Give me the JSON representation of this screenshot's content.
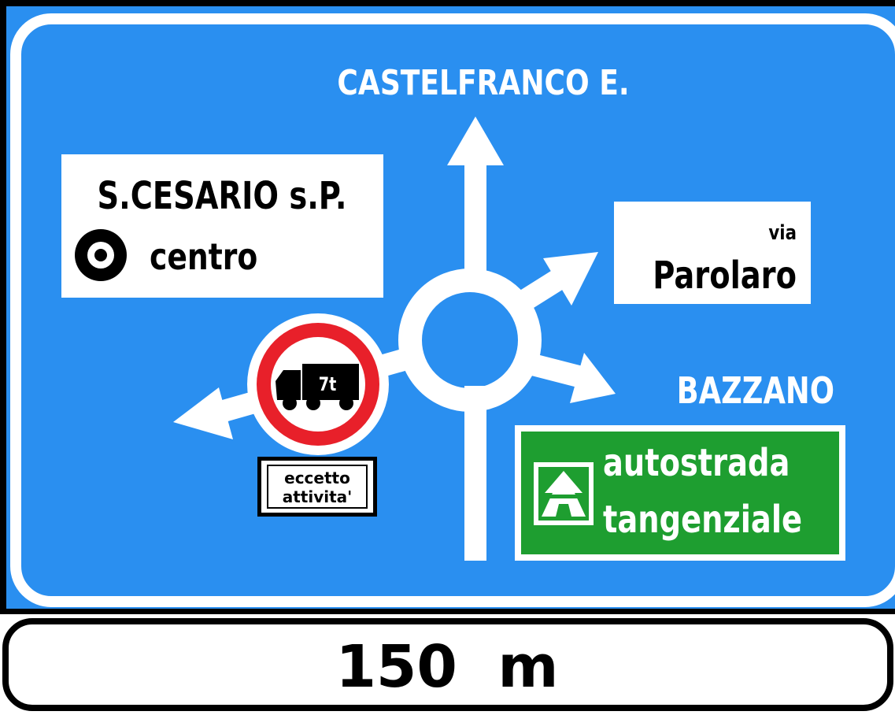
{
  "sign": {
    "colors": {
      "panel_blue": "#2a8ff0",
      "motorway_green": "#1e9e30",
      "prohibition_red": "#e8202a",
      "white": "#ffffff",
      "black": "#000000"
    },
    "top_destination": "CASTELFRANCO E.",
    "left_destination": {
      "title": "S.CESARIO s.P.",
      "subtitle": "centro",
      "icon": "town-centre-icon"
    },
    "right_top_destination": {
      "small": "via",
      "large": "Parolaro"
    },
    "right_destination": "BAZZANO",
    "motorway": {
      "line1": "autostrada",
      "line2": "tangenziale",
      "icon": "motorway-icon"
    },
    "restriction": {
      "icon": "no-trucks-icon",
      "weight": "7t",
      "exception_line1": "eccetto",
      "exception_line2": "attivita'"
    },
    "distance": "150  m"
  }
}
